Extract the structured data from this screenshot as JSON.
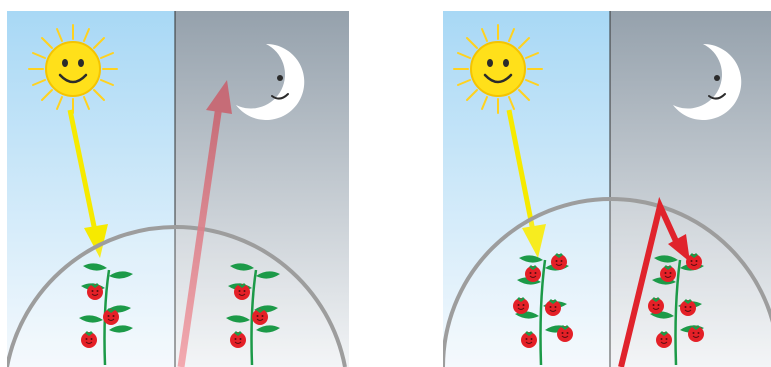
{
  "panels": [
    {
      "key": "left",
      "day_label": "",
      "night_label": "",
      "tomatoes_per_plant": 3,
      "heat_escapes": true
    },
    {
      "key": "right",
      "day_label": "",
      "night_label": "",
      "tomatoes_per_plant": 6,
      "heat_escapes": false
    }
  ],
  "icons": [
    "sun-icon",
    "moon-icon",
    "sunlight-arrow-icon",
    "heat-arrow-icon",
    "greenhouse-dome-icon",
    "tomato-plant-icon"
  ],
  "colors": {
    "day_sky_top": "#a8d8f5",
    "day_sky_bottom": "#f2f8fd",
    "night_sky_top": "#97a3ae",
    "night_sky_bottom": "#eef1f4",
    "sun": "#ffe01a",
    "sun_rays": "#ffd21f",
    "sunlight_arrow": "#f6ea00",
    "heat_arrow_escaping": "#d8727b",
    "heat_arrow_trapped": "#e0232c",
    "dome": "#9d9d9d",
    "leaf": "#1c9a48",
    "tomato": "#e42027",
    "moon": "#ffffff"
  }
}
